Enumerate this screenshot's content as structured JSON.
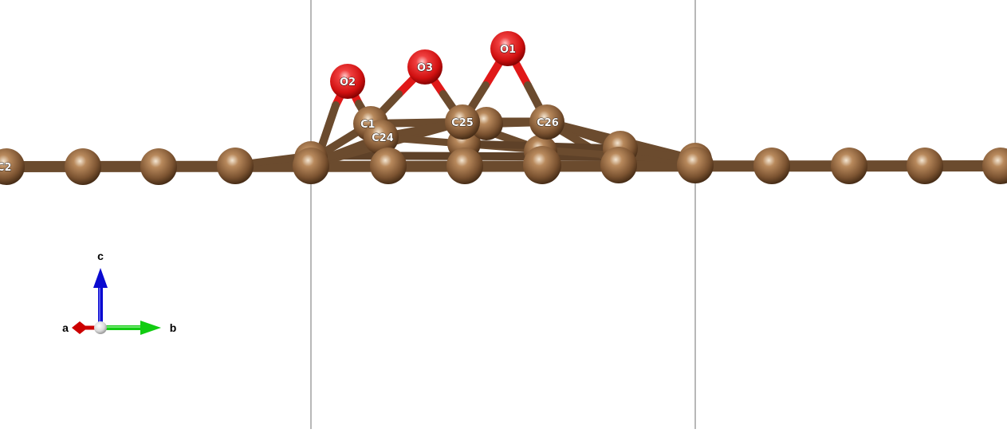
{
  "viewer": {
    "background": "#ffffff",
    "cell_line_color": "#707070"
  },
  "colors": {
    "carbon": "#7a5230",
    "carbon_highlight": "#f2e2cc",
    "oxygen": "#e81010",
    "oxygen_highlight": "#ffb0b0",
    "bond_carbon": "#6b4b2e",
    "bond_oxygen": "#e01818",
    "axis_a": "#cc0000",
    "axis_b": "#11cc11",
    "axis_c": "#0a0ad0",
    "axis_origin": "#dcdcdc"
  },
  "atom_labels": {
    "O1": "O1",
    "O2": "O2",
    "O3": "O3",
    "C24": "C24",
    "C25": "C25",
    "C26": "C26",
    "C_partial": "C1",
    "C2": "C2"
  },
  "axes": {
    "a": "a",
    "b": "b",
    "c": "c"
  }
}
